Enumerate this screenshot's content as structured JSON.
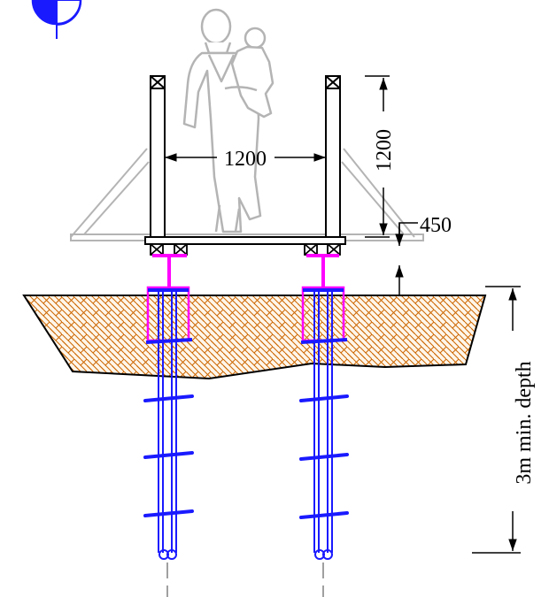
{
  "dimensions": {
    "width_label": "1200",
    "height_label": "1200",
    "clearance_label": "450",
    "depth_label": "3m min. depth"
  },
  "colors": {
    "line": "#000000",
    "person": "#b4b4b4",
    "brace": "#b4b4b4",
    "pile": "#1a1aff",
    "bracket": "#ff00ff",
    "soil": "#cc6600",
    "soil_fill": "#fff6ea",
    "section_marker": "#1a1aff"
  },
  "icons": {
    "section_marker": "section-marker-icon",
    "person": "person-carrying-child-icon",
    "beam_end": "crossed-box-icon"
  }
}
